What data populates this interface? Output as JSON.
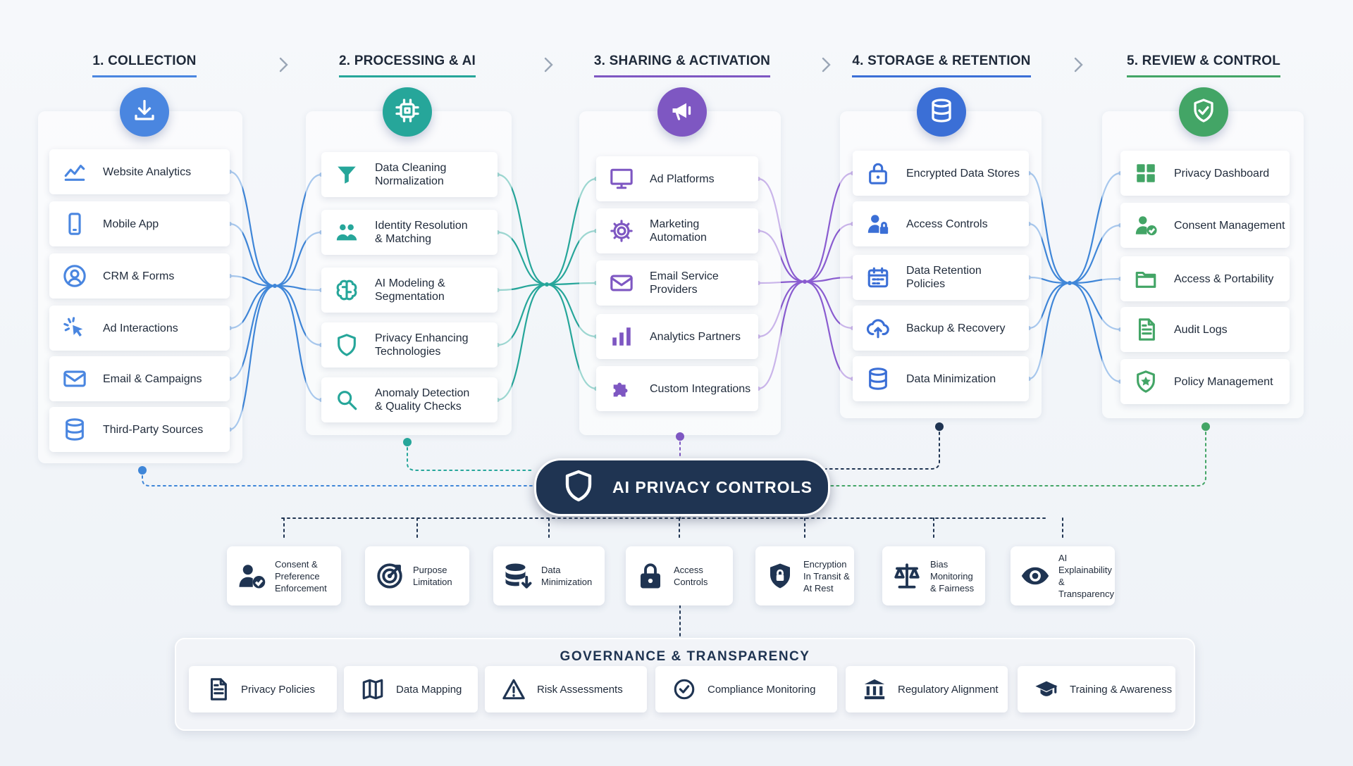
{
  "stages": [
    {
      "title": "1. COLLECTION",
      "color": "#4a86e0",
      "icon": "download-icon",
      "items": [
        {
          "label": "Website Analytics",
          "icon": "line-chart-icon"
        },
        {
          "label": "Mobile App",
          "icon": "phone-icon"
        },
        {
          "label": "CRM & Forms",
          "icon": "user-circle-icon"
        },
        {
          "label": "Ad Interactions",
          "icon": "cursor-click-icon"
        },
        {
          "label": "Email & Campaigns",
          "icon": "envelope-icon"
        },
        {
          "label": "Third-Party Sources",
          "icon": "database-icon"
        }
      ]
    },
    {
      "title": "2. PROCESSING & AI",
      "color": "#26a69a",
      "icon": "chip-icon",
      "items": [
        {
          "label": "Data Cleaning\nNormalization",
          "icon": "funnel-icon"
        },
        {
          "label": "Identity Resolution\n& Matching",
          "icon": "users-icon"
        },
        {
          "label": "AI Modeling &\nSegmentation",
          "icon": "brain-icon"
        },
        {
          "label": "Privacy Enhancing\nTechnologies",
          "icon": "shield-icon"
        },
        {
          "label": "Anomaly Detection\n& Quality Checks",
          "icon": "magnifier-icon"
        }
      ]
    },
    {
      "title": "3. SHARING & ACTIVATION",
      "color": "#7e57c2",
      "icon": "megaphone-icon",
      "items": [
        {
          "label": "Ad Platforms",
          "icon": "monitor-icon"
        },
        {
          "label": "Marketing Automation",
          "icon": "gear-icon"
        },
        {
          "label": "Email Service Providers",
          "icon": "envelope-icon"
        },
        {
          "label": "Analytics Partners",
          "icon": "bar-chart-icon"
        },
        {
          "label": "Custom Integrations",
          "icon": "puzzle-icon"
        }
      ]
    },
    {
      "title": "4. STORAGE & RETENTION",
      "color": "#3b6fd6",
      "icon": "database-icon",
      "items": [
        {
          "label": "Encrypted Data Stores",
          "icon": "lock-icon"
        },
        {
          "label": "Access Controls",
          "icon": "user-lock-icon"
        },
        {
          "label": "Data Retention\nPolicies",
          "icon": "calendar-icon"
        },
        {
          "label": "Backup & Recovery",
          "icon": "cloud-upload-icon"
        },
        {
          "label": "Data Minimization",
          "icon": "database-icon"
        }
      ]
    },
    {
      "title": "5. REVIEW & CONTROL",
      "color": "#43a566",
      "icon": "shield-check-icon",
      "items": [
        {
          "label": "Privacy Dashboard",
          "icon": "grid-icon"
        },
        {
          "label": "Consent Management",
          "icon": "user-check-icon"
        },
        {
          "label": "Access & Portability",
          "icon": "folder-icon"
        },
        {
          "label": "Audit Logs",
          "icon": "document-icon"
        },
        {
          "label": "Policy Management",
          "icon": "shield-star-icon"
        }
      ]
    }
  ],
  "central": {
    "label": "AI PRIVACY CONTROLS",
    "icon": "shield-icon"
  },
  "controls": [
    {
      "label": "Consent &\nPreference\nEnforcement",
      "icon": "user-check-icon"
    },
    {
      "label": "Purpose\nLimitation",
      "icon": "target-icon"
    },
    {
      "label": "Data\nMinimization",
      "icon": "database-down-icon"
    },
    {
      "label": "Access\nControls",
      "icon": "padlock-icon"
    },
    {
      "label": "Encryption\nIn Transit &\nAt Rest",
      "icon": "shield-lock-icon"
    },
    {
      "label": "Bias Monitoring\n& Fairness",
      "icon": "scales-icon"
    },
    {
      "label": "AI Explainability\n& Transparency",
      "icon": "eye-icon"
    }
  ],
  "governance": {
    "title": "GOVERNANCE & TRANSPARENCY",
    "items": [
      {
        "label": "Privacy Policies",
        "icon": "document-icon"
      },
      {
        "label": "Data Mapping",
        "icon": "map-icon"
      },
      {
        "label": "Risk Assessments",
        "icon": "warning-icon"
      },
      {
        "label": "Compliance Monitoring",
        "icon": "check-circle-icon"
      },
      {
        "label": "Regulatory Alignment",
        "icon": "bank-icon"
      },
      {
        "label": "Training & Awareness",
        "icon": "graduation-cap-icon"
      }
    ]
  },
  "colors": {
    "navy": "#1f3452",
    "blue": "#4a86e0",
    "teal": "#26a69a",
    "purple": "#7e57c2",
    "royal": "#3b6fd6",
    "green": "#43a566"
  }
}
